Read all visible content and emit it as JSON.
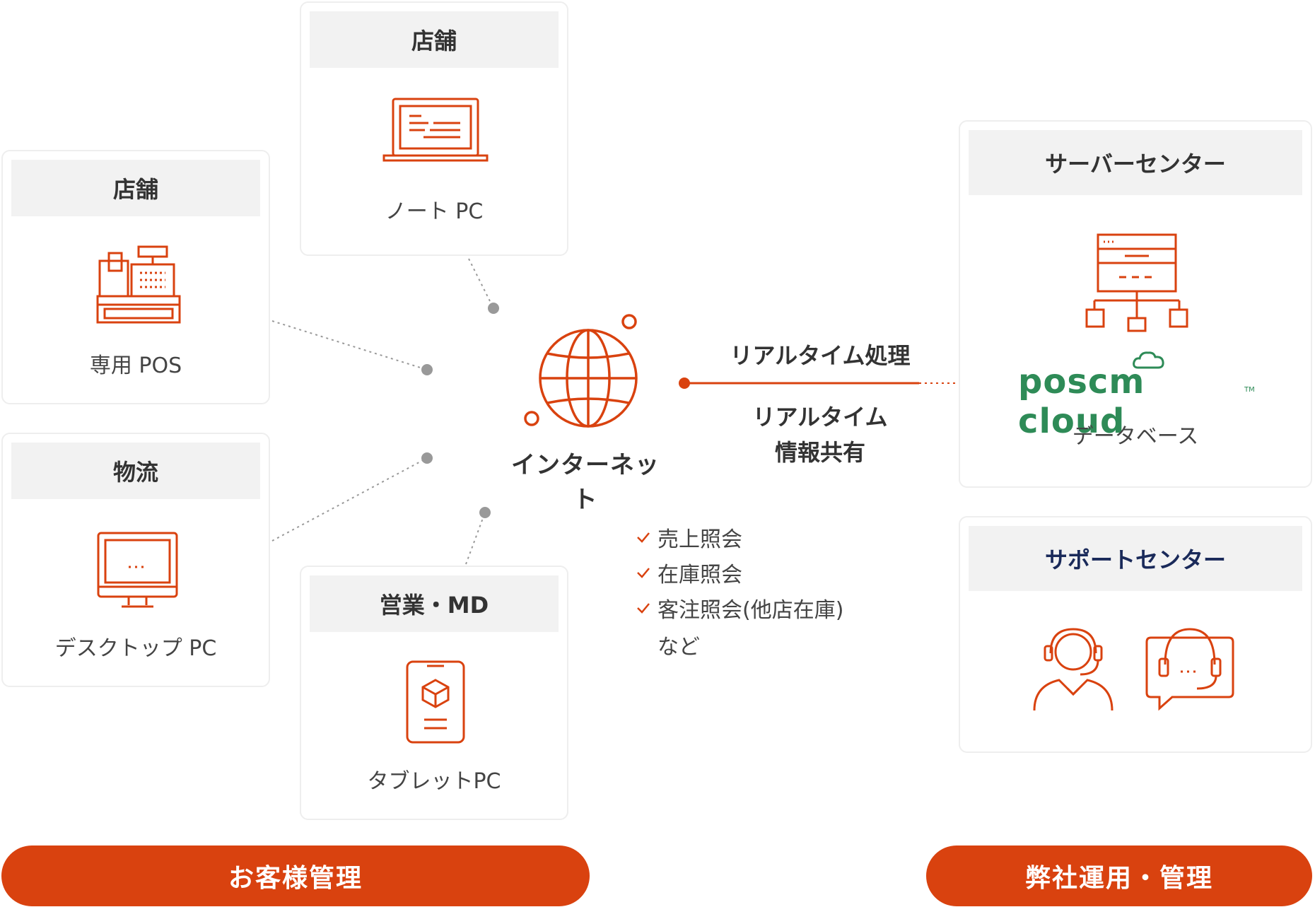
{
  "cards": {
    "note_pc": {
      "title": "店舗",
      "label": "ノート PC"
    },
    "pos": {
      "title": "店舗",
      "label": "専用 POS"
    },
    "logistics": {
      "title": "物流",
      "label": "デスクトップ PC"
    },
    "sales": {
      "title": "営業・MD",
      "label": "タブレットPC"
    },
    "server": {
      "title": "サーバーセンター",
      "label": "データベース"
    },
    "support": {
      "title": "サポートセンター"
    }
  },
  "center": {
    "label": "インターネット"
  },
  "link": {
    "top": "リアルタイム処理",
    "bottom_line1": "リアルタイム",
    "bottom_line2": "情報共有"
  },
  "checks": [
    "売上照会",
    "在庫照会",
    "客注照会(他店在庫)"
  ],
  "checks_more": "など",
  "logo": {
    "text": "poscm cloud",
    "tm": "TM"
  },
  "footer": {
    "left": "お客様管理",
    "right": "弊社運用・管理"
  },
  "colors": {
    "accent": "#d9420f",
    "logo_green": "#2e8b57",
    "support_title": "#1a2a5a"
  }
}
